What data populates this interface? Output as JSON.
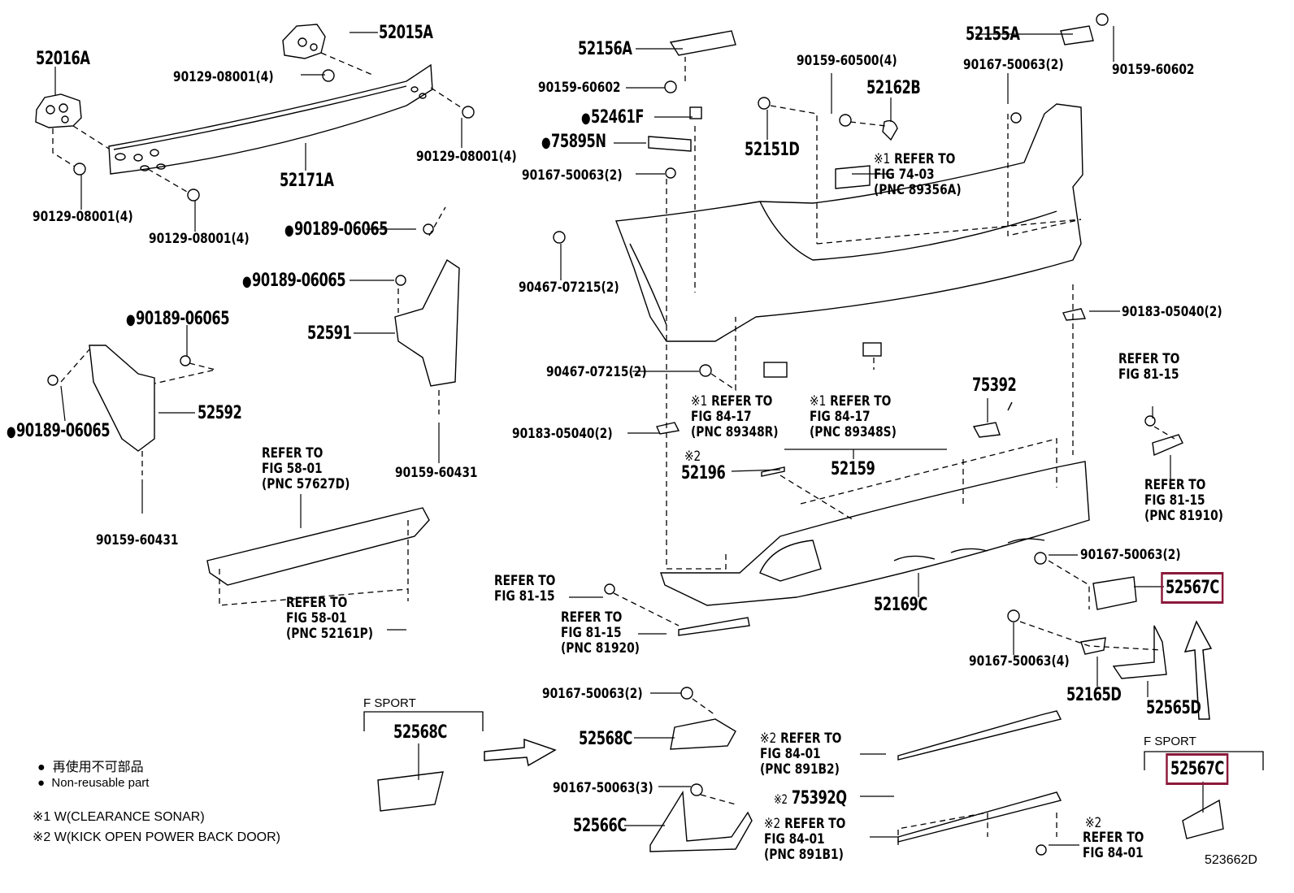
{
  "diagram": {
    "figure_id": "523662D",
    "highlight_color": "#8b1a3a",
    "highlighted_part": "52567C",
    "parts": {
      "p52016A": "52016A",
      "p52015A": "52015A",
      "p52171A": "52171A",
      "b1": "90129-08001(4)",
      "b2": "90129-08001(4)",
      "b3": "90129-08001(4)",
      "b4": "90129-08001(4)",
      "p52156A": "52156A",
      "s90159_60602a": "90159-60602",
      "p52461F": "52461F",
      "p75895N": "75895N",
      "s90167_a": "90167-50063(2)",
      "s90467_a": "90467-07215(2)",
      "s90467_b": "90467-07215(2)",
      "p52151D": "52151D",
      "s90159_60500": "90159-60500(4)",
      "p52162B": "52162B",
      "p52155A": "52155A",
      "s90167_b": "90167-50063(2)",
      "s90159_60602b": "90159-60602",
      "s90183_a": "90183-05040(2)",
      "s90183_b": "90183-05040(2)",
      "c90189_a": "90189-06065",
      "c90189_b": "90189-06065",
      "c90189_c": "90189-06065",
      "c90189_d": "90189-06065",
      "p52591": "52591",
      "p52592": "52592",
      "s90159_60431a": "90159-60431",
      "s90159_60431b": "90159-60431",
      "p75392": "75392",
      "p52196": "52196",
      "p52159": "52159",
      "p52169C": "52169C",
      "s90167_c": "90167-50063(2)",
      "s90167_d": "90167-50063(4)",
      "p52567C_a": "52567C",
      "p52165D": "52165D",
      "p52565D": "52565D",
      "s90167_e": "90167-50063(2)",
      "p52568C_a": "52568C",
      "p52568C_b": "52568C",
      "s90167_f": "90167-50063(3)",
      "p52566C": "52566C",
      "p75392Q": "75392Q",
      "p52567C_b": "52567C"
    },
    "references": {
      "r_74_03": "REFER TO\nFIG 74-03\n(PNC 89356A)",
      "r_84_17_R": "REFER TO\nFIG 84-17\n(PNC 89348R)",
      "r_84_17_S": "REFER TO\nFIG 84-17\n(PNC 89348S)",
      "r_58_01_D": "REFER TO\nFIG 58-01\n(PNC 57627D)",
      "r_58_01_P": "REFER TO\nFIG 58-01\n(PNC 52161P)",
      "r_81_15_top": "REFER TO\nFIG 81-15",
      "r_81_15_910": "REFER TO\nFIG 81-15\n(PNC 81910)",
      "r_81_15_left": "REFER TO\nFIG 81-15",
      "r_81_15_920": "REFER TO\nFIG 81-15\n(PNC 81920)",
      "r_84_01_B2": "REFER TO\nFIG 84-01\n(PNC 891B2)",
      "r_84_01_B1": "REFER TO\nFIG 84-01\n(PNC 891B1)",
      "r_84_01": "REFER TO\nFIG 84-01"
    },
    "marks": {
      "m1": "※1",
      "m2": "※2"
    },
    "groups": {
      "fsport_left": "F SPORT",
      "fsport_right": "F SPORT"
    },
    "legend": {
      "nonreusable_jp": "再使用不可部品",
      "nonreusable_en": "Non-reusable part",
      "note1": "※1 W(CLEARANCE SONAR)",
      "note2": "※2 W(KICK OPEN POWER BACK DOOR)"
    }
  }
}
